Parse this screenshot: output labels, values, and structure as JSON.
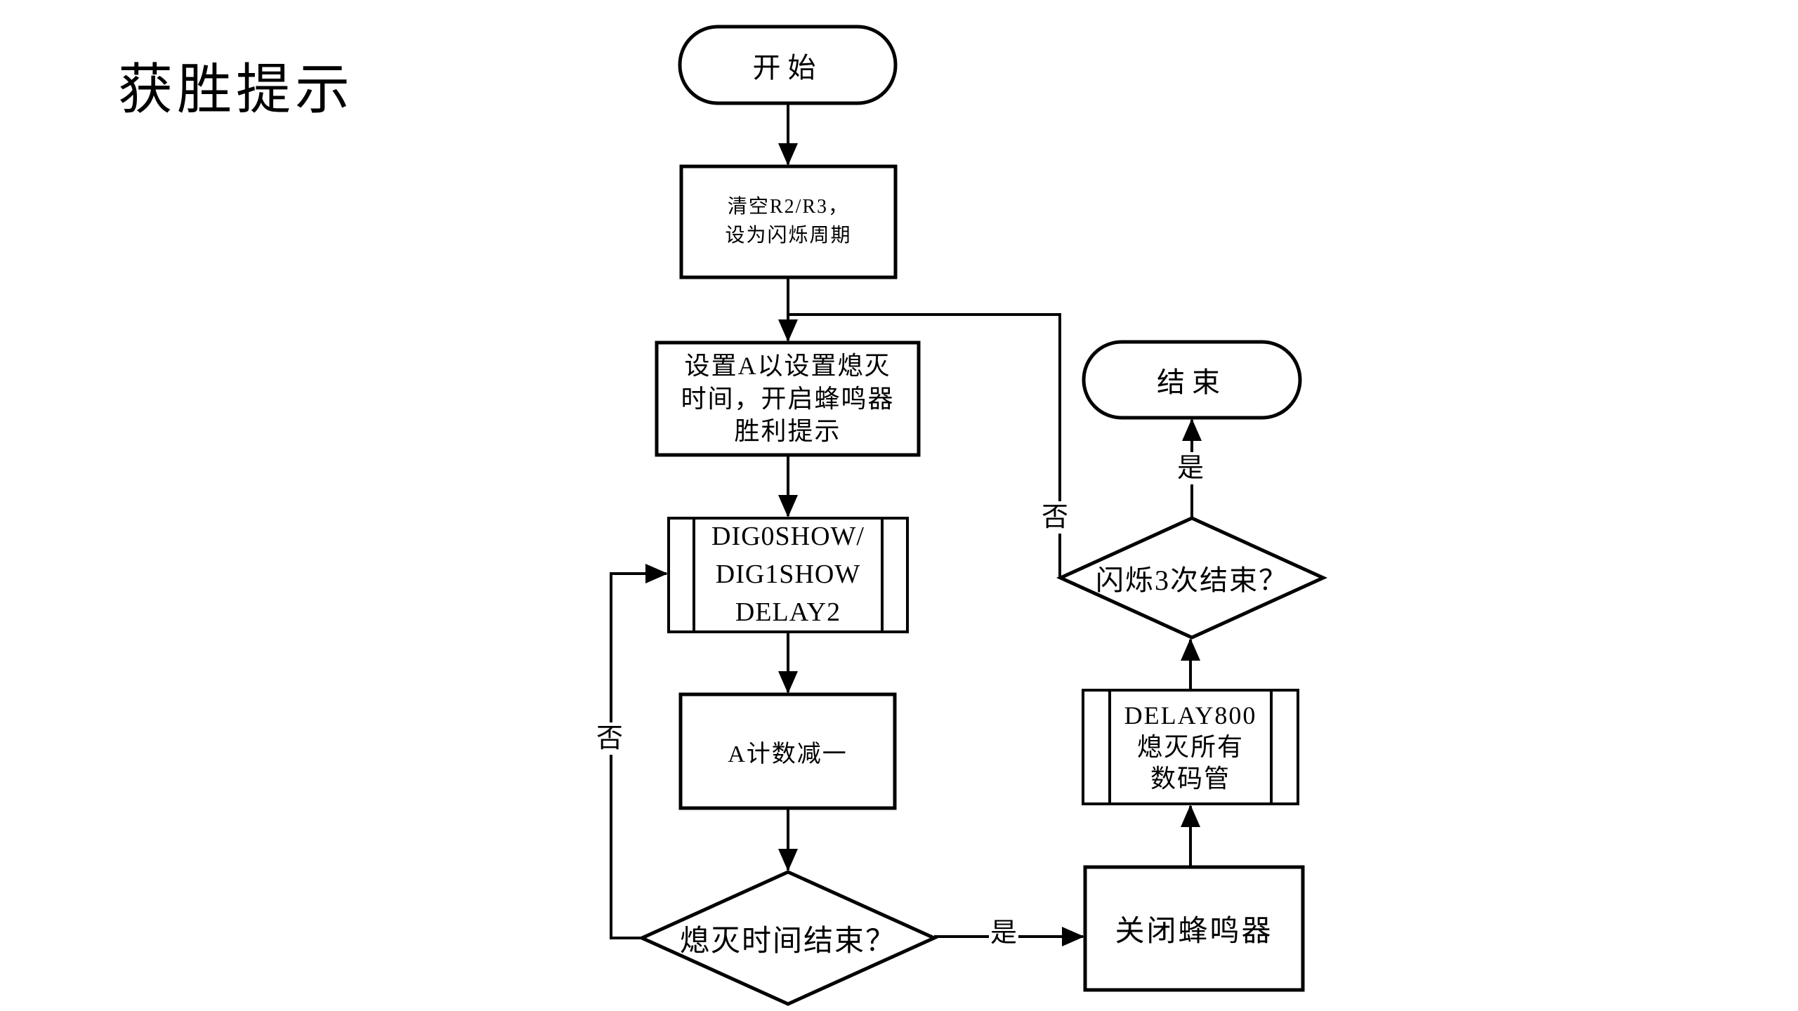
{
  "page": {
    "title": "获胜提示",
    "background_color": "#ffffff",
    "line_color": "#000000"
  },
  "nodes": {
    "start": {
      "type": "terminator",
      "label": "开始"
    },
    "clear_r2r3": {
      "type": "process",
      "label": "清空R2/R3，\n设为闪烁周期"
    },
    "setup_a": {
      "type": "process",
      "label": "设置A以设置熄灭\n时间，开启蜂鸣器\n胜利提示"
    },
    "dig_show": {
      "type": "subroutine",
      "label": "DIG0SHOW/\nDIG1SHOW\nDELAY2"
    },
    "a_decrement": {
      "type": "process",
      "label": "A计数减一"
    },
    "extinguish_time_over": {
      "type": "decision",
      "label": "熄灭时间结束？"
    },
    "close_buzzer": {
      "type": "process",
      "label": "关闭蜂鸣器"
    },
    "delay800": {
      "type": "subroutine",
      "label": "DELAY800\n熄灭所有\n数码管"
    },
    "flash_3_times_over": {
      "type": "decision",
      "label": "闪烁3次结束？"
    },
    "end": {
      "type": "terminator",
      "label": "结束"
    }
  },
  "edge_labels": {
    "yes_to_buzzer": "是",
    "no_loop_to_digshow": "否",
    "yes_to_end": "是",
    "no_return_to_setup": "否"
  }
}
